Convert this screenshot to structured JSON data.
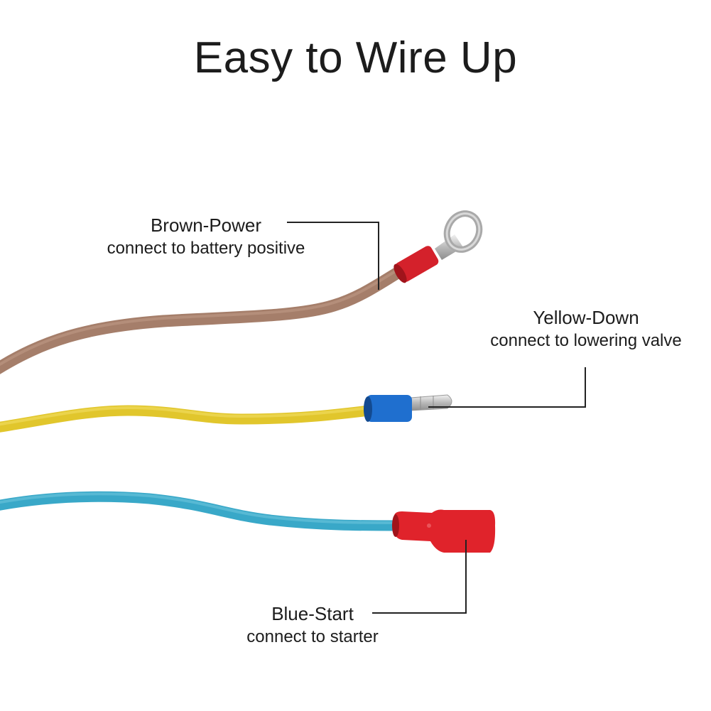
{
  "title": "Easy to Wire Up",
  "wires": [
    {
      "id": "brown",
      "label": "Brown-Power",
      "description": "connect to battery positive",
      "wire_color": "#a57e6a",
      "terminal_type": "ring-terminal",
      "terminal_color": "#d4212b"
    },
    {
      "id": "yellow",
      "label": "Yellow-Down",
      "description": "connect to lowering valve",
      "wire_color": "#e1c62c",
      "terminal_type": "bullet-terminal",
      "terminal_color": "#1f6fcf"
    },
    {
      "id": "blue",
      "label": "Blue-Start",
      "description": "connect to starter",
      "wire_color": "#39a8c8",
      "terminal_type": "female-spade-terminal",
      "terminal_color": "#e0232b"
    }
  ]
}
